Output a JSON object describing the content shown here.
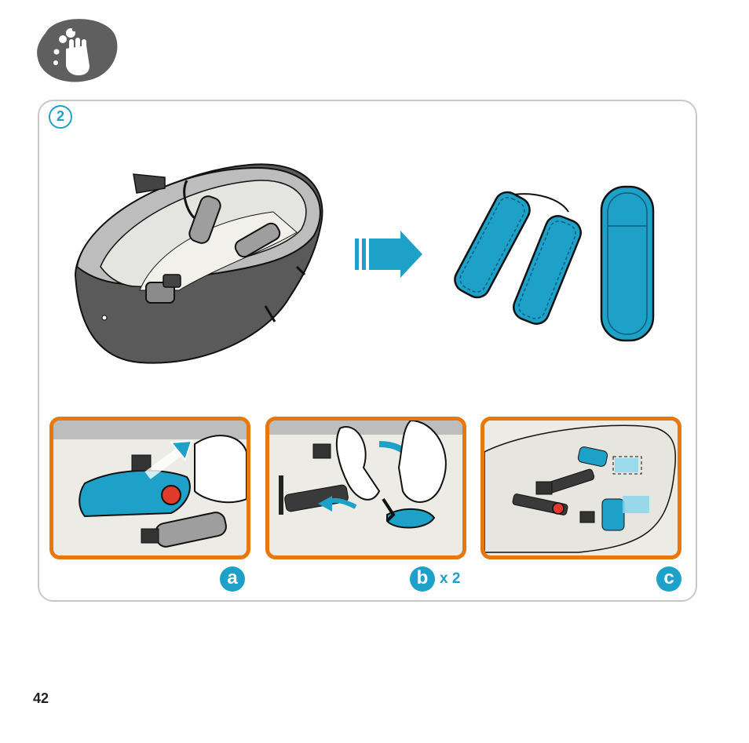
{
  "step": {
    "number": "2"
  },
  "sub_steps": [
    {
      "letter": "a"
    },
    {
      "letter": "b",
      "repeat": "x 2"
    },
    {
      "letter": "c"
    }
  ],
  "page": {
    "number": "42"
  },
  "colors": {
    "accent_blue": "#1ea1c8",
    "frame_orange": "#e8770e",
    "icon_grey": "#5f5f5f"
  },
  "icons": [
    "hand-wash-icon",
    "arrow-right-icon"
  ]
}
